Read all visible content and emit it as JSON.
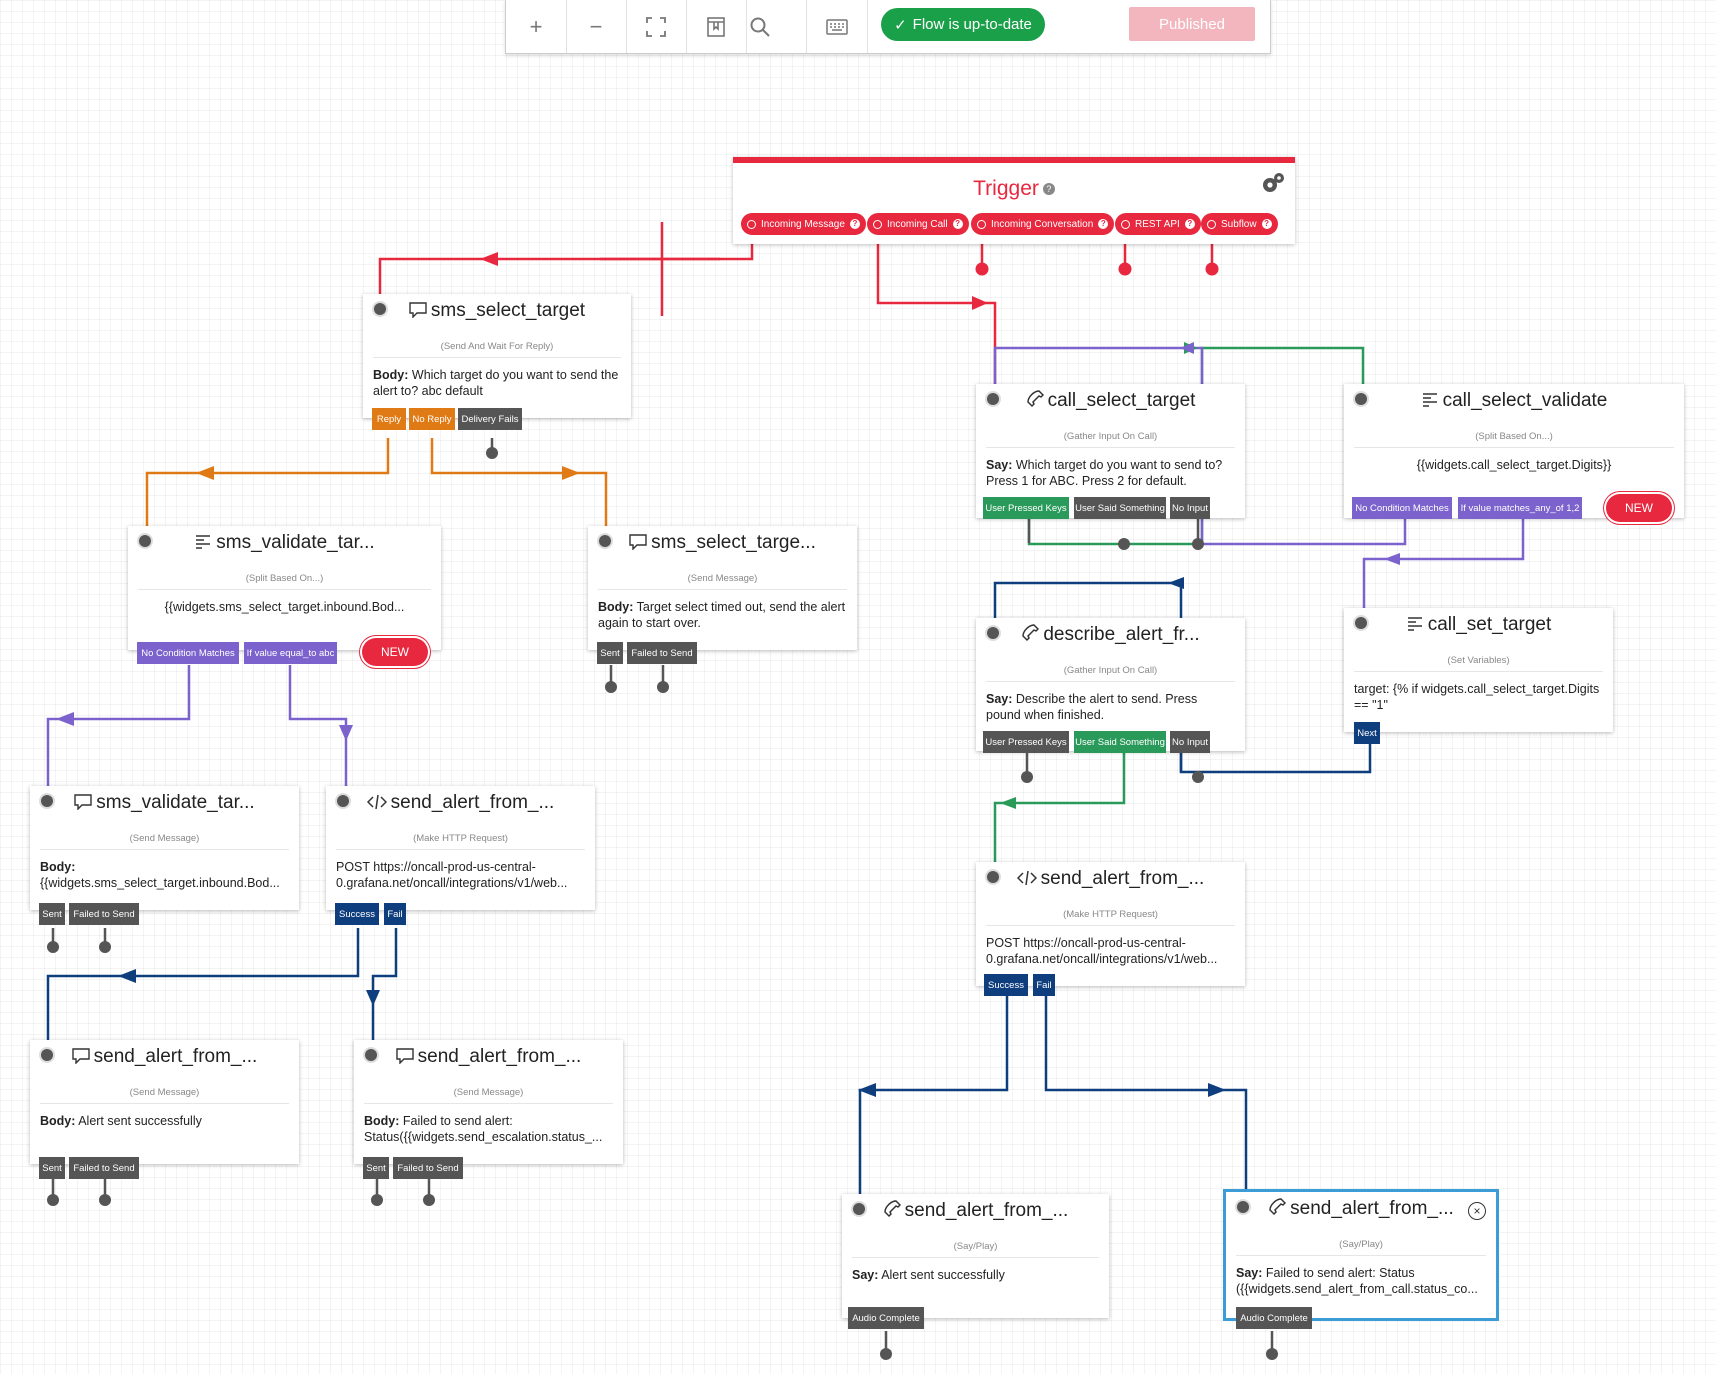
{
  "toolbar": {
    "zoom_in_label": "+",
    "zoom_out_label": "−",
    "status": "Flow is up-to-date",
    "publish": "Published"
  },
  "trigger": {
    "title": "Trigger",
    "help": "?",
    "pills": [
      "Incoming Message",
      "Incoming Call",
      "Incoming Conversation",
      "REST API",
      "Subflow"
    ]
  },
  "widgets": {
    "sms_select_target": {
      "title": "sms_select_target",
      "subtitle": "(Send And Wait For Reply)",
      "body_label": "Body:",
      "body": " Which target do you want to send the alert to? abc default",
      "tabs": [
        "Reply",
        "No Reply",
        "Delivery Fails"
      ]
    },
    "sms_validate_tar": {
      "title": "sms_validate_tar...",
      "subtitle": "(Split Based On...)",
      "body": "{{widgets.sms_select_target.inbound.Bod...",
      "tabs": [
        "No Condition Matches",
        "If value equal_to abc"
      ],
      "new": "NEW"
    },
    "sms_select_targe": {
      "title": "sms_select_targe...",
      "subtitle": "(Send Message)",
      "body_label": "Body:",
      "body": " Target select timed out, send the alert again to start over.",
      "tabs": [
        "Sent",
        "Failed to Send"
      ]
    },
    "sms_validate_tar_msg": {
      "title": "sms_validate_tar...",
      "subtitle": "(Send Message)",
      "body_label": "Body:",
      "body": "{{widgets.sms_select_target.inbound.Bod...",
      "tabs": [
        "Sent",
        "Failed to Send"
      ]
    },
    "send_alert_http_sms": {
      "title": "send_alert_from_...",
      "subtitle": "(Make HTTP Request)",
      "body": "POST https://oncall-prod-us-central-0.grafana.net/oncall/integrations/v1/web...",
      "tabs": [
        "Success",
        "Fail"
      ]
    },
    "send_alert_sms_ok": {
      "title": "send_alert_from_...",
      "subtitle": "(Send Message)",
      "body_label": "Body:",
      "body": " Alert sent successfully",
      "tabs": [
        "Sent",
        "Failed to Send"
      ]
    },
    "send_alert_sms_fail": {
      "title": "send_alert_from_...",
      "subtitle": "(Send Message)",
      "body_label": "Body:",
      "body": " Failed to send alert: Status({{widgets.send_escalation.status_...",
      "tabs": [
        "Sent",
        "Failed to Send"
      ]
    },
    "call_select_target": {
      "title": "call_select_target",
      "subtitle": "(Gather Input On Call)",
      "body_label": "Say:",
      "body": " Which target do you want to send to? Press 1 for ABC. Press 2 for default.",
      "tabs": [
        "User Pressed Keys",
        "User Said Something",
        "No Input"
      ]
    },
    "call_select_validate": {
      "title": "call_select_validate",
      "subtitle": "(Split Based On...)",
      "body": "{{widgets.call_select_target.Digits}}",
      "tabs": [
        "No Condition Matches",
        "If value matches_any_of 1,2"
      ],
      "new": "NEW"
    },
    "describe_alert": {
      "title": "describe_alert_fr...",
      "subtitle": "(Gather Input On Call)",
      "body_label": "Say:",
      "body": " Describe the alert to send. Press pound when finished.",
      "tabs": [
        "User Pressed Keys",
        "User Said Something",
        "No Input"
      ]
    },
    "call_set_target": {
      "title": "call_set_target",
      "subtitle": "(Set Variables)",
      "body": "target: {% if widgets.call_select_target.Digits == \"1\"",
      "tabs": [
        "Next"
      ]
    },
    "send_alert_http_call": {
      "title": "send_alert_from_...",
      "subtitle": "(Make HTTP Request)",
      "body": "POST https://oncall-prod-us-central-0.grafana.net/oncall/integrations/v1/web...",
      "tabs": [
        "Success",
        "Fail"
      ]
    },
    "send_alert_say_ok": {
      "title": "send_alert_from_...",
      "subtitle": "(Say/Play)",
      "body_label": "Say:",
      "body": " Alert sent successfully",
      "tabs": [
        "Audio Complete"
      ]
    },
    "send_alert_say_fail": {
      "title": "send_alert_from_...",
      "subtitle": "(Say/Play)",
      "body_label": "Say:",
      "body": " Failed to send alert: Status ({{widgets.send_alert_from_call.status_co...",
      "tabs": [
        "Audio Complete"
      ]
    }
  },
  "colors": {
    "red": "#e8283f",
    "orange": "#e07a14",
    "purple": "#7b62cc",
    "green": "#2a9a5b",
    "navy": "#0f3e7f",
    "gray": "#555555",
    "selected": "#3c9dd6"
  }
}
